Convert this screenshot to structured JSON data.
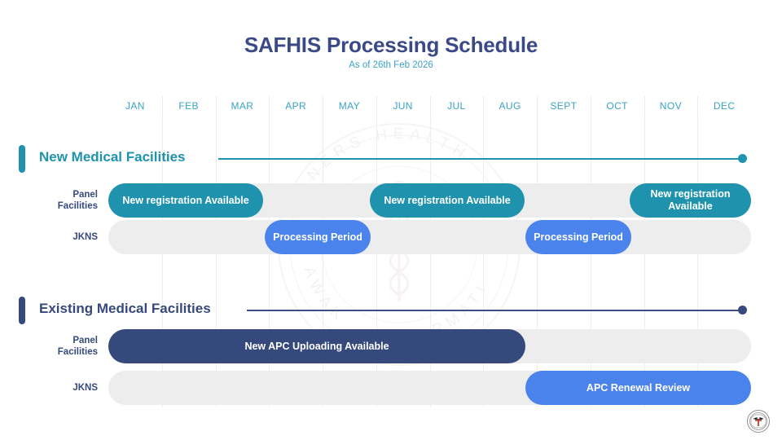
{
  "header": {
    "title": "SAFHIS Processing Schedule",
    "subtitle": "As of 26th Feb 2026"
  },
  "watermark": {
    "outer_text": "IGNERS HEALTH",
    "lower_text": "AWAK",
    "right_text": "RMATI",
    "icon": "caduceus-icon"
  },
  "months": [
    "JAN",
    "FEB",
    "MAR",
    "APR",
    "MAY",
    "JUN",
    "JUL",
    "AUG",
    "SEPT",
    "OCT",
    "NOV",
    "DEC"
  ],
  "colors": {
    "teal": "#1f93ae",
    "blue": "#4a83ec",
    "navy": "#36497d",
    "track": "#ededed",
    "title": "#3b4a86",
    "subtitle": "#3aa2c4",
    "month_label": "#3aa2c4",
    "gridline": "#eeeeee"
  },
  "sections": [
    {
      "id": "new-medical-facilities",
      "label": "New Medical Facilities",
      "accent": "#1f93ae",
      "rows": [
        {
          "id": "panel-facilities",
          "label_line1": "Panel",
          "label_line2": "Facilities",
          "bars": [
            {
              "label": "New registration Available",
              "style": "teal",
              "start_month": "JAN",
              "end_month": "MAR"
            },
            {
              "label": "New registration Available",
              "style": "teal",
              "start_month": "JUN",
              "end_month": "AUG"
            },
            {
              "label": "New registration Available",
              "style": "teal",
              "start_month": "NOV",
              "end_month": "DEC"
            }
          ]
        },
        {
          "id": "jkns",
          "label_line1": "JKNS",
          "label_line2": "",
          "bars": [
            {
              "label": "Processing Period",
              "style": "blue",
              "start_month": "APR",
              "end_month": "MAY"
            },
            {
              "label": "Processing Period",
              "style": "blue",
              "start_month": "SEPT",
              "end_month": "OCT"
            }
          ]
        }
      ]
    },
    {
      "id": "existing-medical-facilities",
      "label": "Existing Medical Facilities",
      "accent": "#36497d",
      "rows": [
        {
          "id": "panel-facilities-2",
          "label_line1": "Panel",
          "label_line2": "Facilities",
          "bars": [
            {
              "label": "New APC Uploading Available",
              "style": "navy",
              "start_month": "JAN",
              "end_month": "AUG"
            }
          ]
        },
        {
          "id": "jkns-2",
          "label_line1": "JKNS",
          "label_line2": "",
          "bars": [
            {
              "label": "APC Renewal Review",
              "style": "blue",
              "start_month": "SEPT",
              "end_month": "DEC"
            }
          ]
        }
      ]
    }
  ],
  "footer": {
    "logo": "ministry-emblem-icon"
  }
}
